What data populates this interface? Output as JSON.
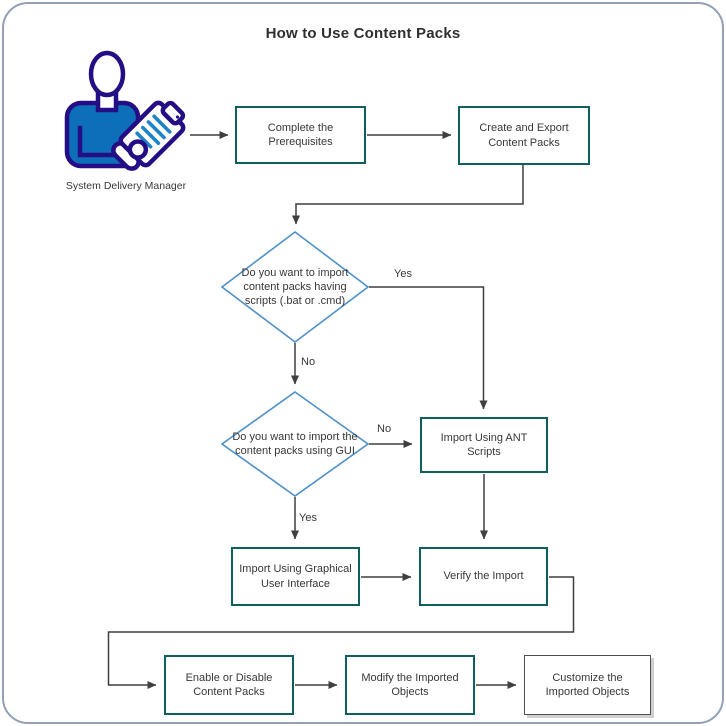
{
  "page": {
    "title": "How to Use Content Packs"
  },
  "actor": {
    "label": "System Delivery Manager"
  },
  "colors": {
    "process_border": "#0e605e",
    "decision_border": "#4e90c8",
    "final_border": "#4f4f4f",
    "arrow": "#3f3f3f",
    "frame_border": "#91a0b4",
    "icon_outline": "#250e85",
    "icon_fill": "#0d6fba",
    "icon_lines": "#1f83c9"
  },
  "nodes": {
    "prereq": {
      "label": "Complete the Prerequisites"
    },
    "create": {
      "label": "Create and Export Content Packs"
    },
    "decision_scripts": {
      "label": "Do you want to import content packs having scripts (.bat or .cmd)"
    },
    "decision_gui": {
      "label": "Do you want to import the content packs using GUI"
    },
    "ant": {
      "label": "Import Using ANT Scripts"
    },
    "gui": {
      "label": "Import Using Graphical User Interface"
    },
    "verify": {
      "label": "Verify the Import"
    },
    "enable": {
      "label": "Enable or Disable Content Packs"
    },
    "modify": {
      "label": "Modify the Imported Objects"
    },
    "custom": {
      "label": "Customize the Imported Objects"
    }
  },
  "edge_labels": {
    "yes_scripts": "Yes",
    "no_scripts": "No",
    "no_gui": "No",
    "yes_gui": "Yes"
  }
}
